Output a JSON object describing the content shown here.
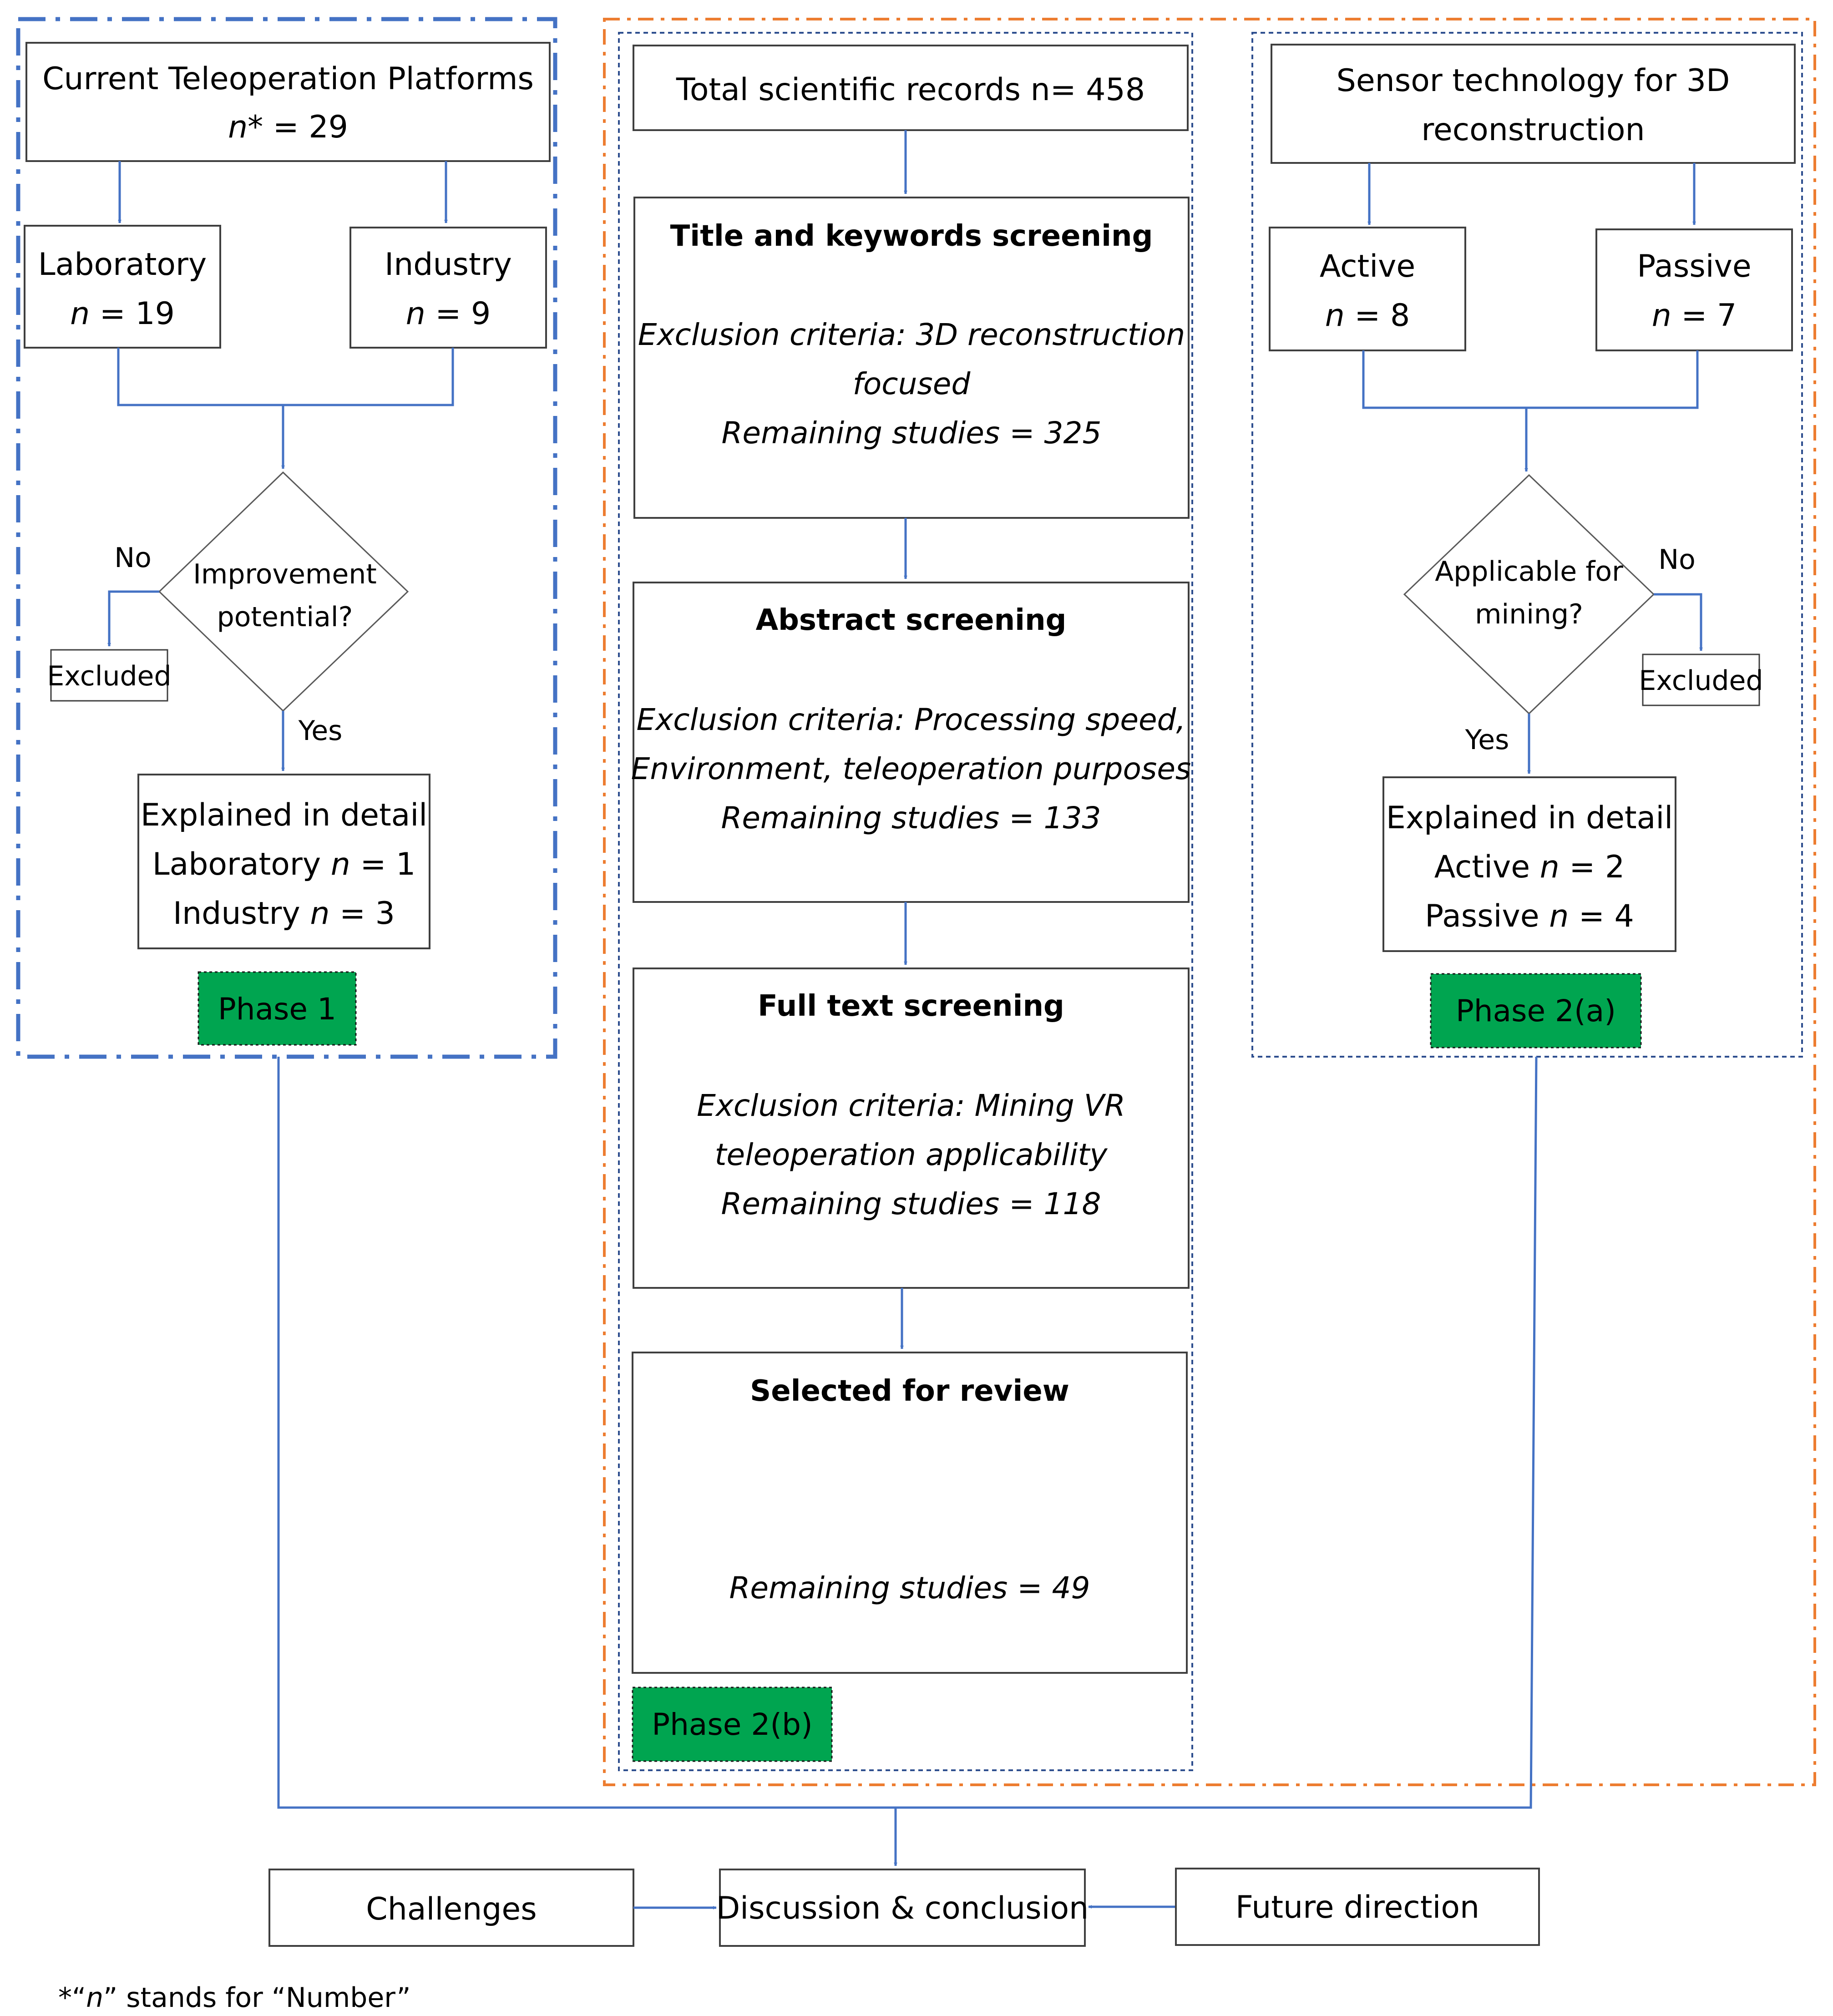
{
  "colors": {
    "connector": "#4472c4",
    "phase_badge": "#00a550",
    "phase1_border": "#4472c4",
    "phase2_border": "#ed7d31",
    "inner_border": "#2f4f8f"
  },
  "phase1": {
    "platforms": {
      "line1": "Current Teleoperation Platforms",
      "n_var": "n*",
      "n_rest": " = 29"
    },
    "laboratory": {
      "label": "Laboratory",
      "n_var": "n",
      "n_rest": " = 19"
    },
    "industry": {
      "label": "Industry",
      "n_var": "n",
      "n_rest": " = 9"
    },
    "decision": {
      "line1": "Improvement",
      "line2": "potential?",
      "no": "No",
      "yes": "Yes"
    },
    "excluded": "Excluded",
    "detail": {
      "title": "Explained in detail",
      "lab_label": "Laboratory ",
      "lab_var": "n",
      "lab_rest": " = 1",
      "ind_label": "Industry ",
      "ind_var": "n",
      "ind_rest": " = 3"
    },
    "badge": "Phase 1"
  },
  "phase2b": {
    "total": "Total scientific records n= 458",
    "title_screen": {
      "title": "Title and keywords screening",
      "criteria1": "Exclusion criteria: 3D reconstruction",
      "criteria2": "focused",
      "remaining": "Remaining studies = 325"
    },
    "abstract_screen": {
      "title": "Abstract screening",
      "criteria1": "Exclusion criteria: Processing speed,",
      "criteria2": "Environment, teleoperation purposes",
      "remaining": "Remaining studies = 133"
    },
    "full_text": {
      "title": "Full text screening",
      "criteria1": "Exclusion criteria: Mining VR",
      "criteria2": "teleoperation applicability",
      "remaining": "Remaining studies = 118"
    },
    "selected": {
      "title": "Selected for review",
      "remaining": "Remaining studies = 49"
    },
    "badge": "Phase 2(b)"
  },
  "phase2a": {
    "sensor": {
      "line1": "Sensor technology for 3D",
      "line2": "reconstruction"
    },
    "active": {
      "label": "Active",
      "n_var": "n",
      "n_rest": " = 8"
    },
    "passive": {
      "label": "Passive",
      "n_var": "n",
      "n_rest": " = 7"
    },
    "decision": {
      "line1": "Applicable for",
      "line2": "mining?",
      "no": "No",
      "yes": "Yes"
    },
    "excluded": "Excluded",
    "detail": {
      "title": "Explained in detail",
      "active_label": "Active ",
      "active_var": "n",
      "active_rest": " = 2",
      "passive_label": "Passive ",
      "passive_var": "n",
      "passive_rest": " = 4"
    },
    "badge": "Phase 2(a)"
  },
  "bottom": {
    "challenges": "Challenges",
    "discussion": "Discussion & conclusion",
    "future": "Future direction"
  },
  "footnote": {
    "prefix": "*“",
    "var": "n",
    "suffix": "” stands for “Number”"
  }
}
